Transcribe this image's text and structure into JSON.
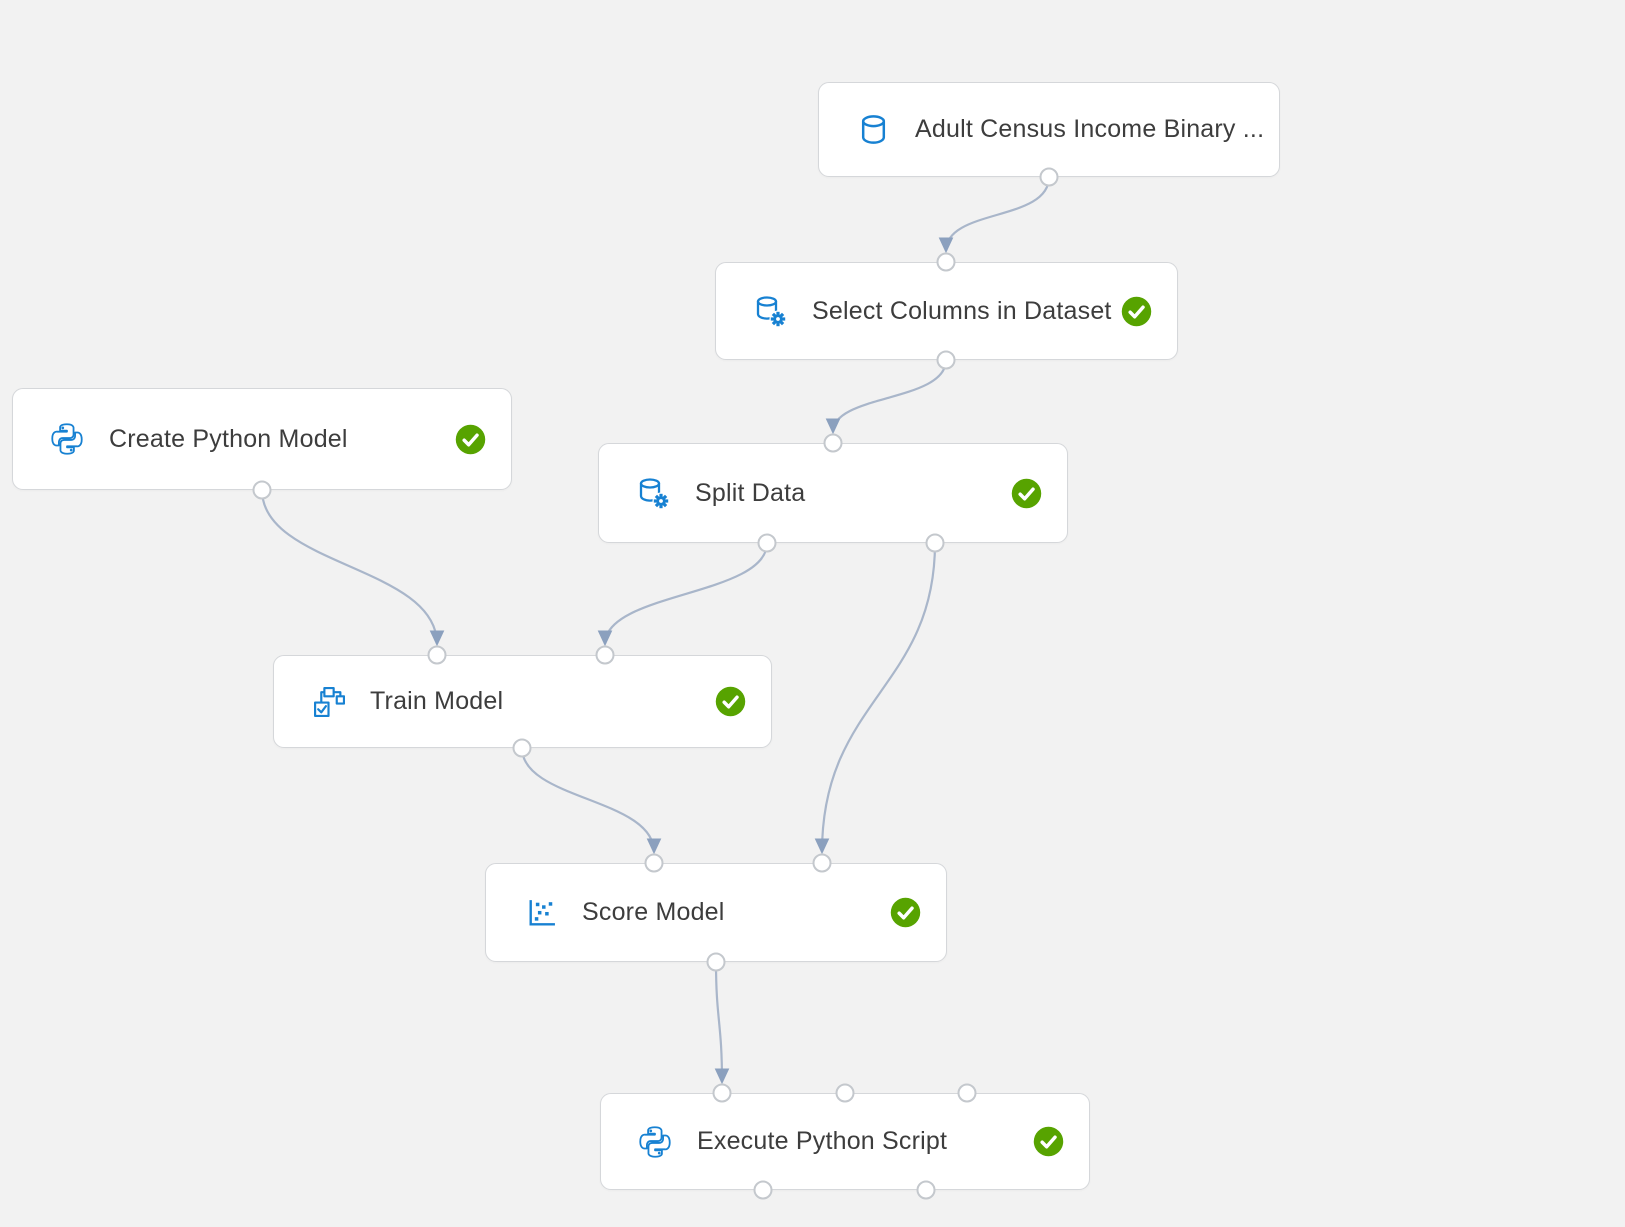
{
  "app": {
    "name": "machine-learning-experiment-canvas"
  },
  "colors": {
    "canvas_background": "#f2f2f2",
    "node_background": "#ffffff",
    "node_border": "#d5d7da",
    "label_text": "#3d3d3d",
    "module_icon_blue": "#1781d2",
    "status_completed_green": "#57a300",
    "connector_line": "#a9b6ca",
    "connector_arrow": "#8ba0be",
    "port_border": "#c4c8cd",
    "port_fill": "#ffffff"
  },
  "nodes": [
    {
      "label": "Adult Census Income Binary ...",
      "icon": "database-icon",
      "status": "none"
    },
    {
      "label": "Select Columns in Dataset",
      "icon": "database-gear-icon",
      "status": "completed"
    },
    {
      "label": "Create Python Model",
      "icon": "python-icon",
      "status": "completed"
    },
    {
      "label": "Split Data",
      "icon": "database-gear-icon",
      "status": "completed"
    },
    {
      "label": "Train Model",
      "icon": "train-model-icon",
      "status": "completed"
    },
    {
      "label": "Score Model",
      "icon": "scatter-plot-icon",
      "status": "completed"
    },
    {
      "label": "Execute Python Script",
      "icon": "python-icon",
      "status": "completed"
    }
  ],
  "edges": [
    {
      "from": "Adult Census Income Binary ...",
      "to": "Select Columns in Dataset"
    },
    {
      "from": "Select Columns in Dataset",
      "to": "Split Data"
    },
    {
      "from": "Create Python Model",
      "to": "Train Model"
    },
    {
      "from": "Split Data",
      "to": "Train Model"
    },
    {
      "from": "Split Data",
      "to": "Score Model"
    },
    {
      "from": "Train Model",
      "to": "Score Model"
    },
    {
      "from": "Score Model",
      "to": "Execute Python Script"
    }
  ]
}
